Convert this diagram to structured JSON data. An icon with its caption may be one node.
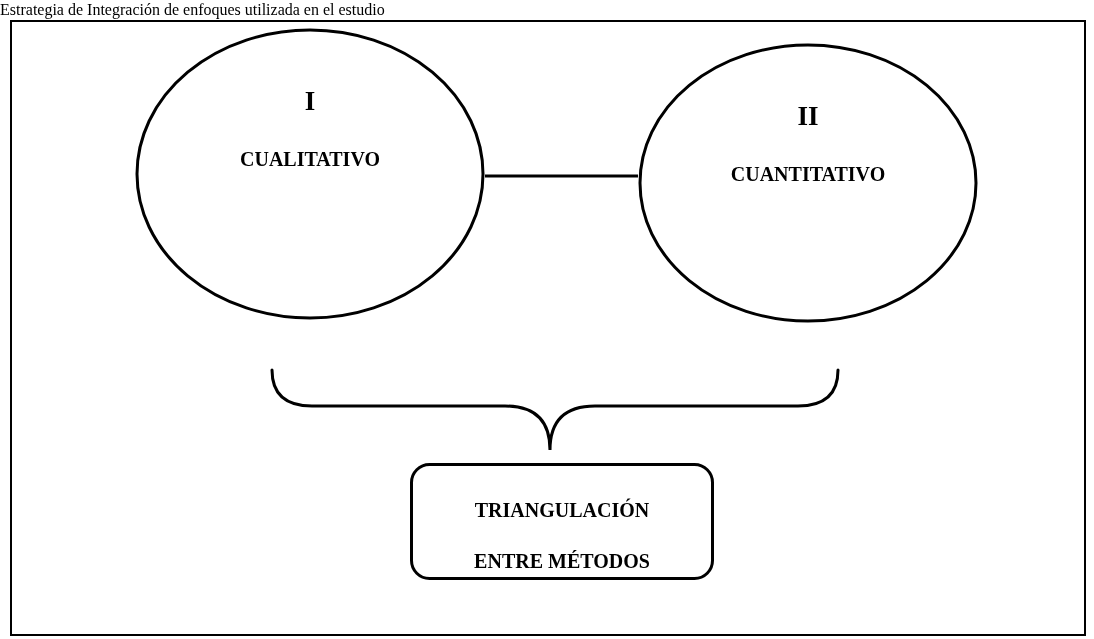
{
  "diagram": {
    "title": "Estrategia de Integración de enfoques utilizada en el estudio",
    "nodes": [
      {
        "text": [
          "I",
          "CUALITATIVO"
        ]
      },
      {
        "text": [
          "II",
          "CUANTITATIVO"
        ]
      },
      {
        "text": [
          "TRIANGULACIÓN ENTRE MÉTODOS"
        ]
      }
    ],
    "edges": [
      {
        "from": 0,
        "to": 1,
        "arrow": "none"
      }
    ]
  }
}
